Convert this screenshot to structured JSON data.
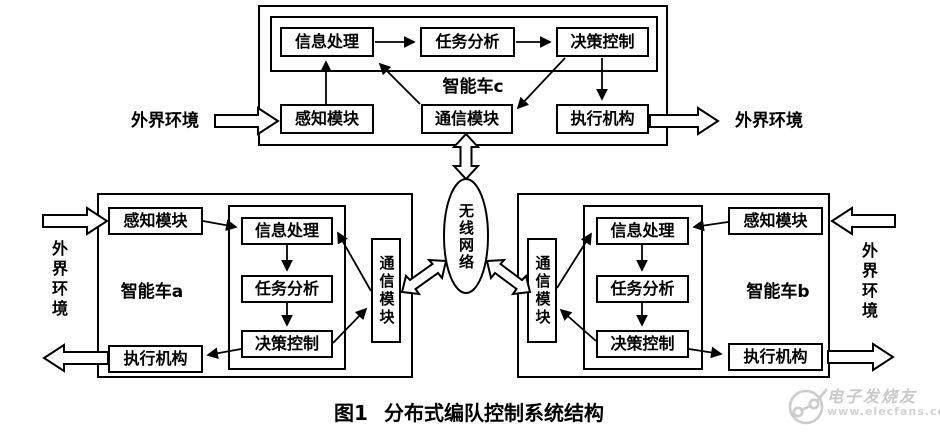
{
  "figure": {
    "caption_prefix": "图1",
    "caption_title": "分布式编队控制系统结构"
  },
  "network": {
    "label": "无线网络"
  },
  "env": {
    "label": "外界环境"
  },
  "cars": {
    "c": {
      "name": "智能车c",
      "info": "信息处理",
      "task": "任务分析",
      "decision": "决策控制",
      "perception": "感知模块",
      "communication": "通信模块",
      "actuator": "执行机构"
    },
    "a": {
      "name": "智能车a",
      "info": "信息处理",
      "task": "任务分析",
      "decision": "决策控制",
      "perception": "感知模块",
      "communication": "通信模块",
      "actuator": "执行机构"
    },
    "b": {
      "name": "智能车b",
      "info": "信息处理",
      "task": "任务分析",
      "decision": "决策控制",
      "perception": "感知模块",
      "communication": "通信模块",
      "actuator": "执行机构"
    }
  },
  "watermark": {
    "brand": "电子发烧友",
    "url": "www.elecfans.com"
  },
  "colors": {
    "ink": "#000000",
    "background": "#ffffff",
    "watermark": "#c9c9c9"
  }
}
